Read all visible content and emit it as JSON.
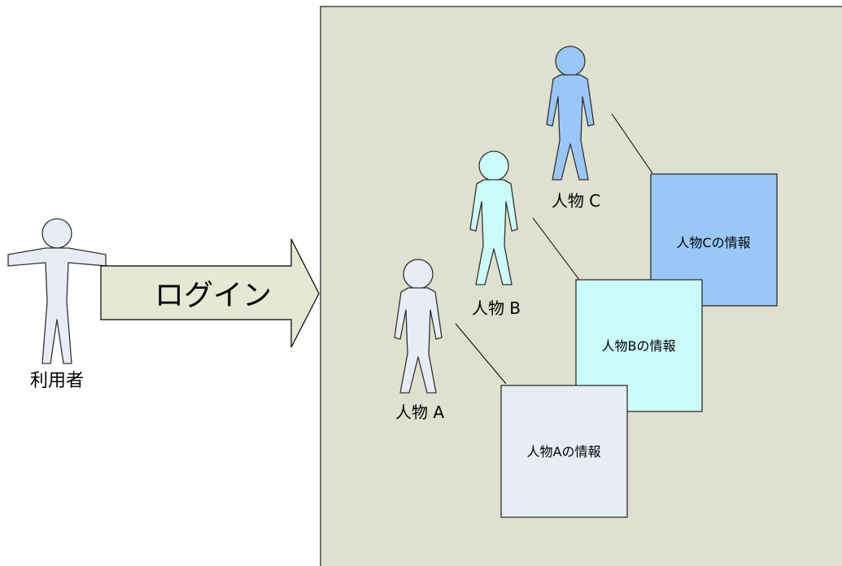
{
  "user": {
    "label": "利用者",
    "color": "#e8ecf6"
  },
  "arrow": {
    "label": "ログイン",
    "color": "#e5e8d2"
  },
  "panel": {
    "color": "#dfe0cd"
  },
  "persons": [
    {
      "label": "人物 A",
      "info": "人物Aの情報",
      "color": "#e8ecf6"
    },
    {
      "label": "人物 B",
      "info": "人物Bの情報",
      "color": "#ccfcfa"
    },
    {
      "label": "人物 C",
      "info": "人物Cの情報",
      "color": "#99c8f8"
    }
  ]
}
